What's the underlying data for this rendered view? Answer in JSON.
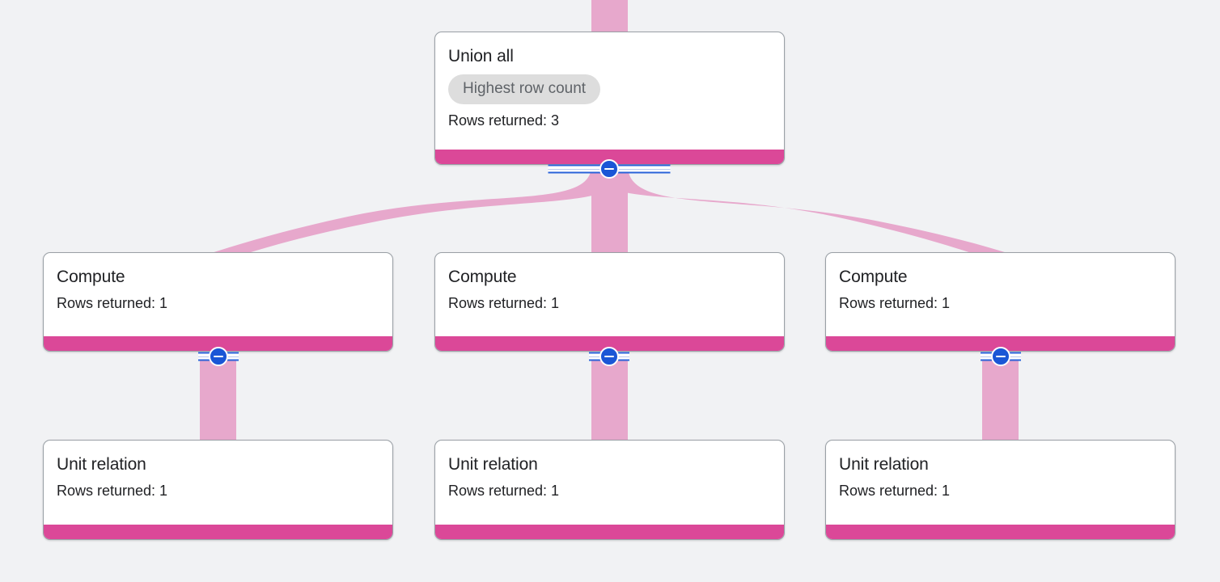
{
  "canvas": {
    "name": "query-execution-plan-graph",
    "background_color": "#F1F2F4",
    "edge_color": "#E7A8CC",
    "node_accent_color": "#DB4898",
    "control_color": "#1A56D6"
  },
  "nodes": [
    {
      "id": "union-all",
      "title": "Union all",
      "badge": "Highest row count",
      "rows_returned": "Rows returned: 3",
      "collapse_icon": "minus-circle-icon"
    },
    {
      "id": "compute-1",
      "title": "Compute",
      "badge": null,
      "rows_returned": "Rows returned: 1",
      "collapse_icon": "minus-circle-icon"
    },
    {
      "id": "compute-2",
      "title": "Compute",
      "badge": null,
      "rows_returned": "Rows returned: 1",
      "collapse_icon": "minus-circle-icon"
    },
    {
      "id": "compute-3",
      "title": "Compute",
      "badge": null,
      "rows_returned": "Rows returned: 1",
      "collapse_icon": "minus-circle-icon"
    },
    {
      "id": "unit-relation-1",
      "title": "Unit relation",
      "badge": null,
      "rows_returned": "Rows returned: 1",
      "collapse_icon": null
    },
    {
      "id": "unit-relation-2",
      "title": "Unit relation",
      "badge": null,
      "rows_returned": "Rows returned: 1",
      "collapse_icon": null
    },
    {
      "id": "unit-relation-3",
      "title": "Unit relation",
      "badge": null,
      "rows_returned": "Rows returned: 1",
      "collapse_icon": null
    }
  ],
  "edges": [
    {
      "from": "inflow",
      "to": "union-all"
    },
    {
      "from": "union-all",
      "to": "compute-1"
    },
    {
      "from": "union-all",
      "to": "compute-2"
    },
    {
      "from": "union-all",
      "to": "compute-3"
    },
    {
      "from": "compute-1",
      "to": "unit-relation-1"
    },
    {
      "from": "compute-2",
      "to": "unit-relation-2"
    },
    {
      "from": "compute-3",
      "to": "unit-relation-3"
    }
  ]
}
